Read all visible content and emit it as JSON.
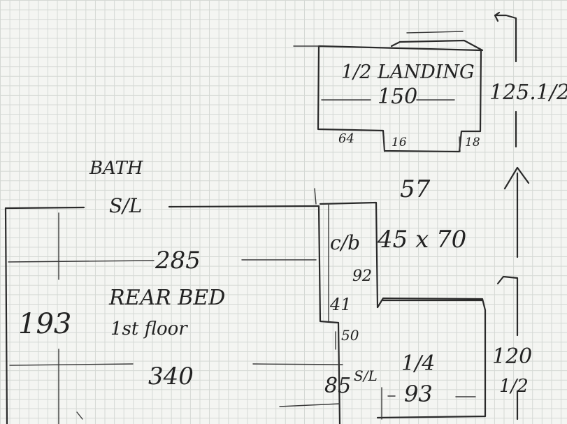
{
  "labels": {
    "landing_title": "1/2 LANDING",
    "landing_width": "150",
    "landing_height": "125.1/2",
    "landing_seg_left": "64",
    "landing_seg_mid": "16",
    "landing_seg_right": "18",
    "bath": "BATH",
    "sill": "S/L",
    "stair_width": "57",
    "cupboard": "c/b",
    "cupboard_size": "45 x 70",
    "dim_92": "92",
    "dim_41": "41",
    "dim_50": "50",
    "room_width_top": "285",
    "room_name_line1": "REAR BED",
    "room_name_line2": "1st floor",
    "room_height": "193",
    "room_width_bottom": "340",
    "dim_85": "85",
    "sill_bottom": "S/L",
    "quarter_landing": "1/4",
    "quarter_width": "93",
    "quarter_height_top": "120",
    "quarter_height_bottom": "1/2"
  },
  "colors": {
    "ink": "#2a2a2a",
    "paper": "#f4f5f2",
    "grid": "#d4d8d4"
  }
}
